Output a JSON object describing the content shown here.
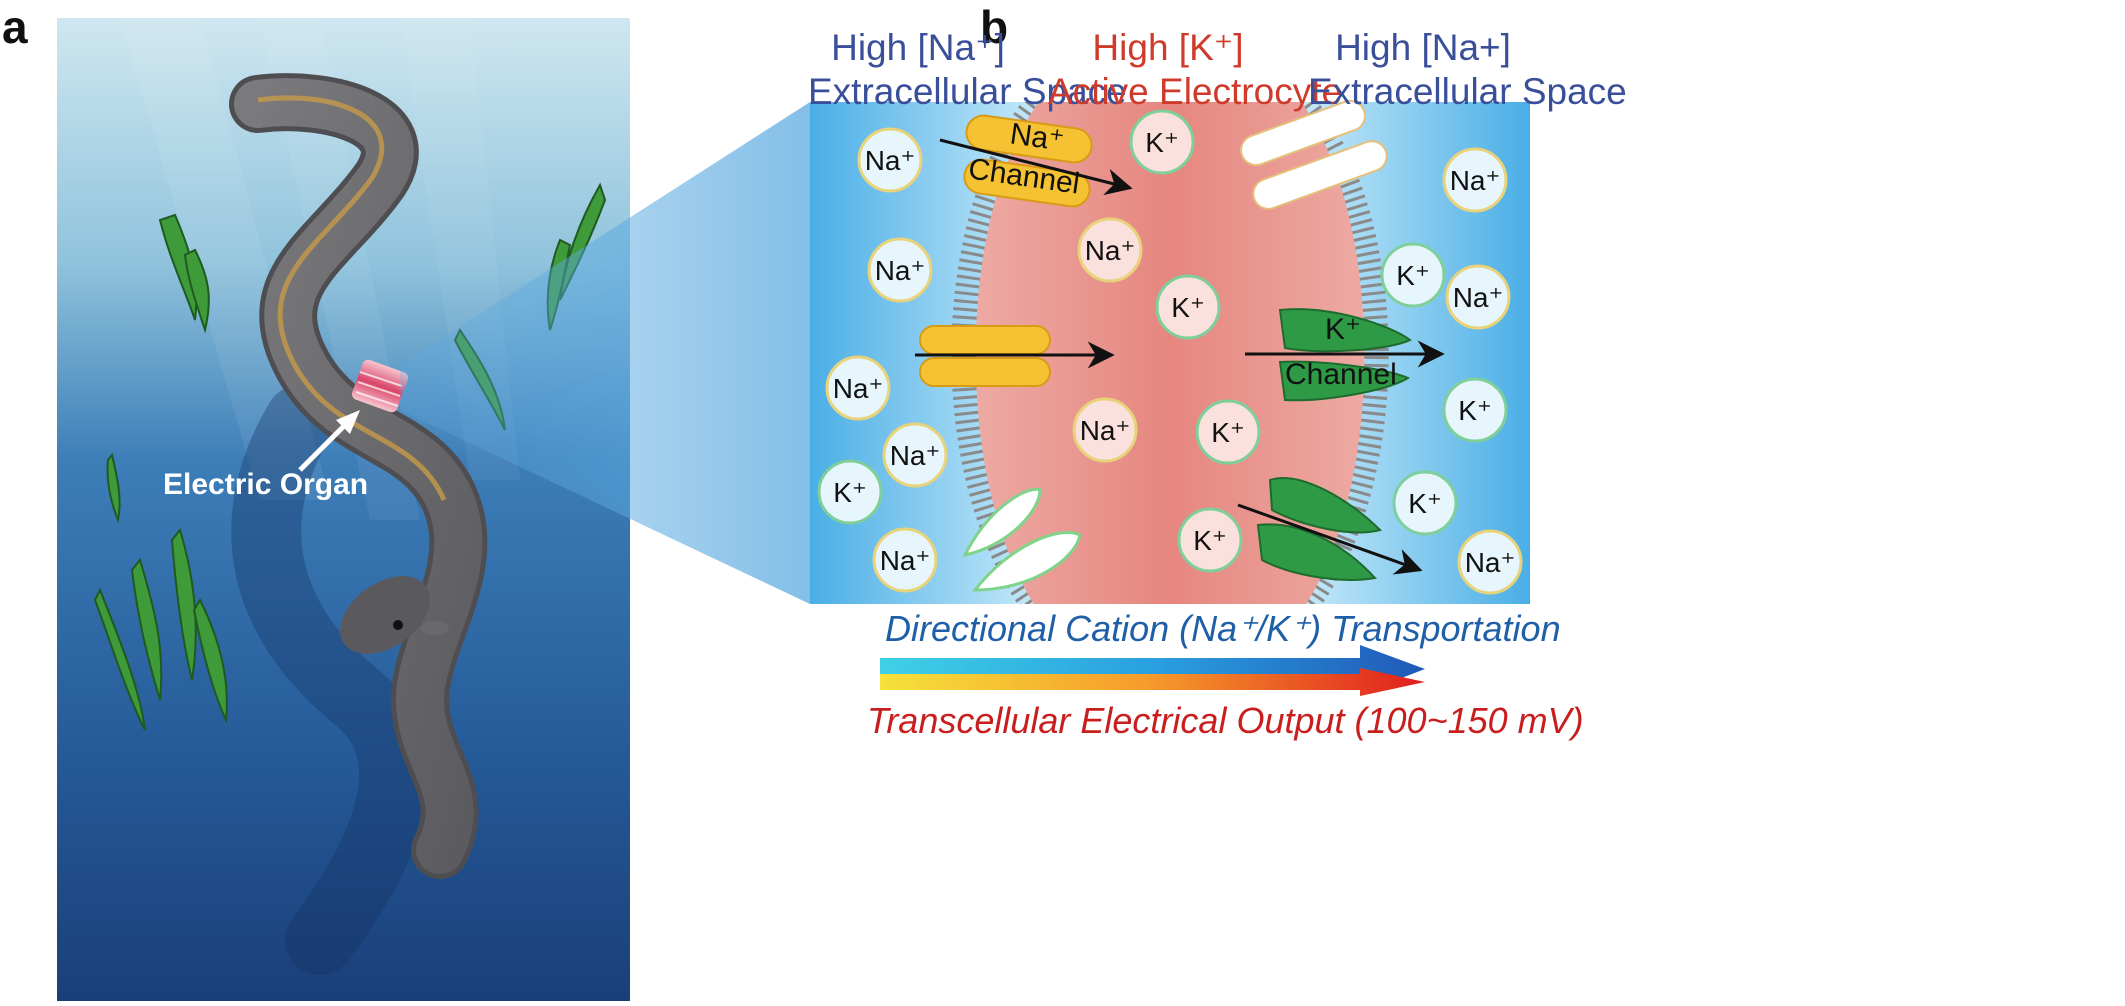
{
  "panel_a": {
    "letter": "a",
    "organ_label": "Electric Organ"
  },
  "panel_b": {
    "letter": "b",
    "headers": {
      "left_line1": "High [Na⁺]",
      "left_line2": "Extracellular Space",
      "center_line1": "High [K⁺]",
      "center_line2": "Active Electrocyte",
      "right_line1": "High [Na+]",
      "right_line2": "Extracellular Space"
    },
    "channels": {
      "na_top": "Na⁺",
      "na_bottom": "Channel",
      "k_top": "K⁺",
      "k_bottom": "Channel"
    },
    "ions": {
      "na": "Na⁺",
      "k": "K⁺"
    },
    "caption_top": "Directional Cation (Na⁺/K⁺) Transportation",
    "caption_bottom": "Transcellular Electrical Output (100~150 mV)"
  },
  "colors": {
    "header_blue": "#3a4f9a",
    "header_red": "#cf3b2b",
    "caption_blue": "#1f5fa8",
    "caption_red": "#c81e1e",
    "na_channel": "#f5c233",
    "k_channel": "#2e9a45",
    "extracellular": "#7cc9ee",
    "electrocyte": "#e88c87"
  }
}
